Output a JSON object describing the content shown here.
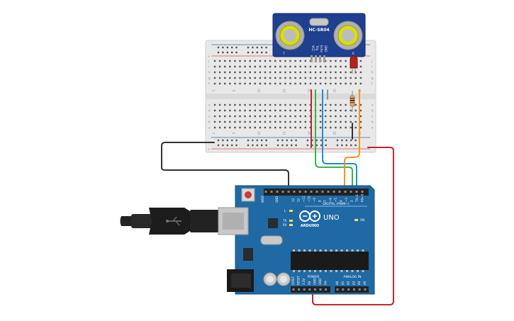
{
  "sensor": {
    "model": "HC-SR04",
    "pins": [
      "VCC",
      "Trig",
      "Echo",
      "GND"
    ],
    "tx_label": "T",
    "rx_label": "R"
  },
  "breadboard": {
    "rows_upper": [
      "j",
      "i",
      "h",
      "g",
      "f"
    ],
    "rows_lower": [
      "e",
      "d",
      "c",
      "b",
      "a"
    ],
    "columns": [
      1,
      5,
      10,
      15,
      20,
      25,
      30
    ],
    "plus": "+",
    "minus": "-"
  },
  "arduino": {
    "brand": "ARDUINO",
    "model": "UNO",
    "digital_label": "DIGITAL (PWM~)",
    "power_label": "POWER",
    "analog_label": "ANALOG IN",
    "on_label": "ON",
    "led_labels": [
      "L",
      "TX",
      "RX"
    ],
    "aref": "AREF",
    "gnd": "GND",
    "digital_pins": [
      "13",
      "12",
      "~11",
      "~10",
      "~9",
      "8",
      "7",
      "~6",
      "~5",
      "4",
      "~3",
      "2",
      "TX→1",
      "RX←0"
    ],
    "power_pins": [
      "IOREF",
      "RESET",
      "3.3V",
      "5V",
      "GND",
      "GND",
      "Vin"
    ],
    "analog_pins": [
      "A0",
      "A1",
      "A2",
      "A3",
      "A4",
      "A5"
    ]
  },
  "wires": {
    "colors": {
      "black": "#333333",
      "red": "#c0282d",
      "green": "#3ab54a",
      "blue": "#1d8fd6",
      "orange": "#f7941d"
    }
  }
}
